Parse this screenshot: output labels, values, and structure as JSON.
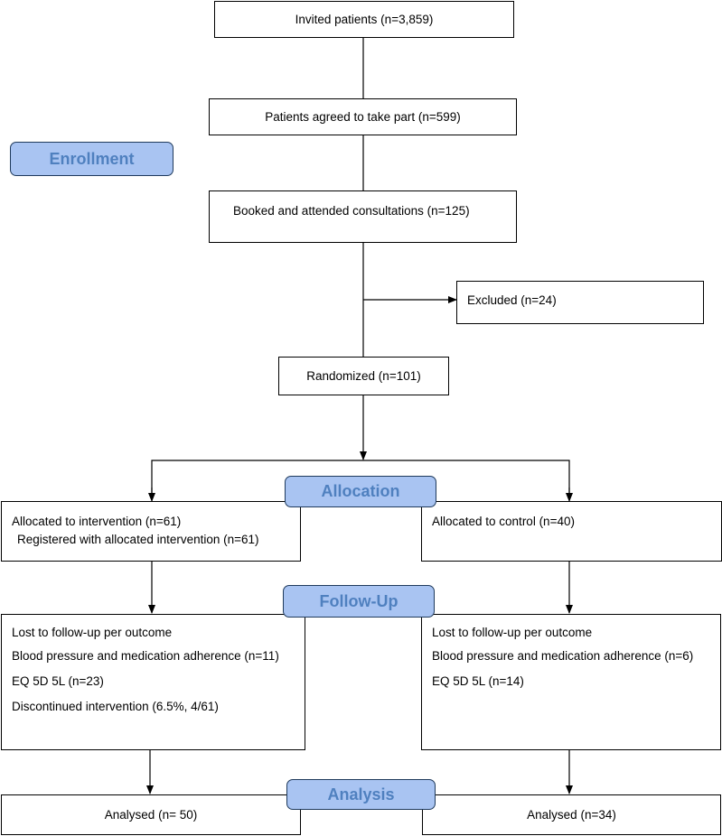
{
  "stages": {
    "enrollment": "Enrollment",
    "allocation": "Allocation",
    "followup": "Follow-Up",
    "analysis": "Analysis"
  },
  "enrollment": {
    "invited": "Invited patients (n=3,859)",
    "agreed": "Patients agreed to take part (n=599)",
    "booked": "Booked and attended consultations (n=125)",
    "excluded": "Excluded (n=24)",
    "randomized": "Randomized (n=101)"
  },
  "allocation": {
    "intervention_line1": "Allocated to intervention (n=61)",
    "intervention_line2": "Registered with allocated intervention (n=61)",
    "control": "Allocated to control (n=40)"
  },
  "followup": {
    "left": {
      "lost": "Lost to follow-up per outcome",
      "bp": "Blood pressure and medication adherence (n=11)",
      "eq": "EQ 5D 5L (n=23)",
      "discontinued": "Discontinued intervention (6.5%, 4/61)"
    },
    "right": {
      "lost": "Lost to follow-up per outcome",
      "bp": "Blood pressure and medication adherence (n=6)",
      "eq": "EQ 5D 5L (n=14)"
    }
  },
  "analysis": {
    "left": "Analysed (n= 50)",
    "right": "Analysed (n=34)"
  }
}
